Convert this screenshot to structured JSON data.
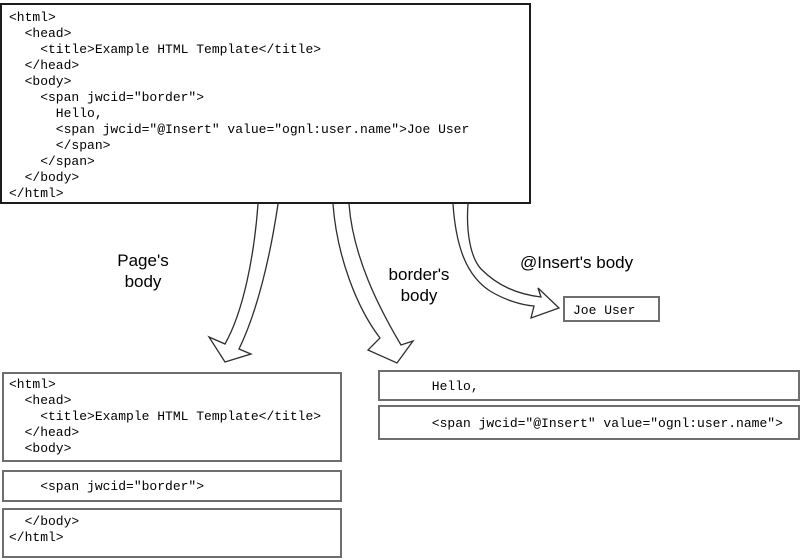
{
  "source_template": {
    "code": "<html>\n  <head>\n    <title>Example HTML Template</title>\n  </head>\n  <body>\n    <span jwcid=\"border\">\n      Hello,\n      <span jwcid=\"@Insert\" value=\"ognl:user.name\">Joe User\n      </span>\n    </span>\n  </body>\n</html>"
  },
  "labels": {
    "pages_body": "Page's\nbody",
    "borders_body": "border's\nbody",
    "inserts_body": "@Insert's body"
  },
  "fragments": {
    "page_body_top": "<html>\n  <head>\n    <title>Example HTML Template</title>\n  </head>\n  <body>",
    "border_reference": "    <span jwcid=\"border\">",
    "page_body_bottom": "  </body>\n</html>",
    "border_body_hello": "      Hello,",
    "insert_reference": "      <span jwcid=\"@Insert\" value=\"ognl:user.name\">",
    "insert_body": "Joe User"
  },
  "colors": {
    "background": "#ffffff",
    "main_box_border": "#1c1c1c",
    "fragment_box_border": "#6e6e6e",
    "arrow_stroke": "#2e2e2e",
    "text": "#000000"
  },
  "icons": {
    "pages_body_arrow": "curved-down-left-arrow",
    "borders_body_arrow": "curved-down-right-arrow",
    "inserts_body_arrow": "curved-right-arrow"
  }
}
